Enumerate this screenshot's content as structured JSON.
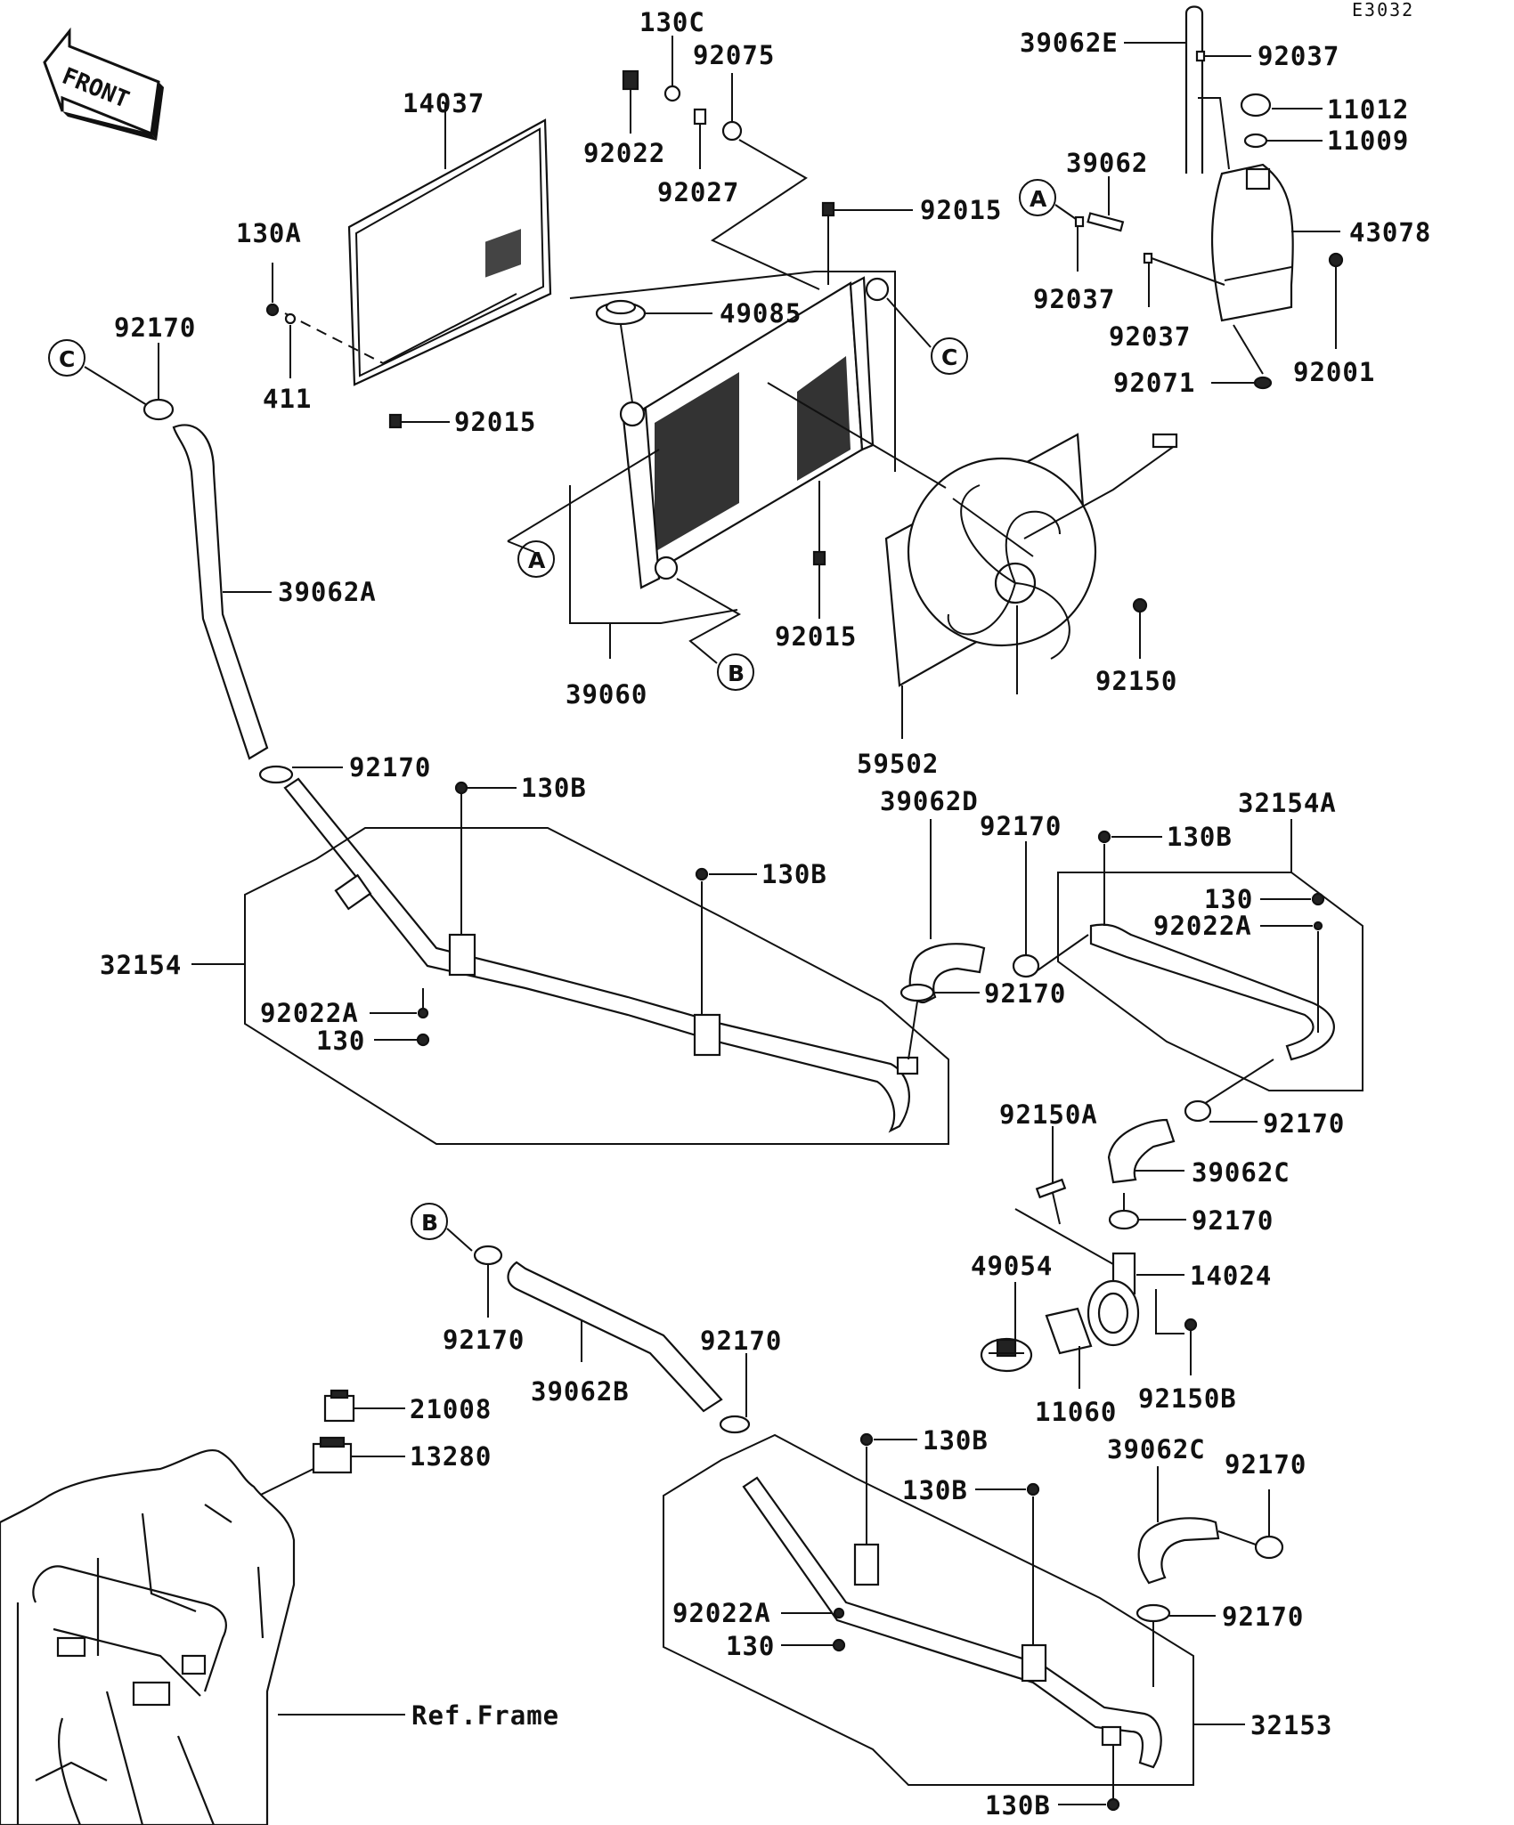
{
  "diagram_code": "E3032",
  "front_label": "FRONT",
  "callouts": {
    "a": "A",
    "b": "B",
    "c": "C"
  },
  "labels": {
    "p130c": "130C",
    "p92075": "92075",
    "p92022_top": "92022",
    "p92027": "92027",
    "p14037": "14037",
    "p130a": "130A",
    "p411": "411",
    "p92015_left": "92015",
    "p92015_top": "92015",
    "p92015_mid": "92015",
    "p49085": "49085",
    "p39060": "39060",
    "p92170_c": "92170",
    "p39062a": "39062A",
    "p92170_a2": "92170",
    "p39062e": "39062E",
    "p92037_top": "92037",
    "p11012": "11012",
    "p11009": "11009",
    "p39062": "39062",
    "p43078": "43078",
    "p92037_l": "92037",
    "p92037_r": "92037",
    "p92071": "92071",
    "p92001": "92001",
    "p92150": "92150",
    "p59502": "59502",
    "p130b_1": "130B",
    "p130b_2": "130B",
    "p32154": "32154",
    "p92022a_1": "92022A",
    "p130_1": "130",
    "p39062d": "39062D",
    "p92170_d1": "92170",
    "p92170_d2": "92170",
    "p130b_3": "130B",
    "p32154a": "32154A",
    "p130_2": "130",
    "p92022a_2": "92022A",
    "p92170_e": "92170",
    "p92150a": "92150A",
    "p39062c_1": "39062C",
    "p92170_f": "92170",
    "p49054": "49054",
    "p14024": "14024",
    "p11060": "11060",
    "p92150b": "92150B",
    "p92170_b1": "92170",
    "p39062b": "39062B",
    "p92170_b2": "92170",
    "p21008": "21008",
    "p13280": "13280",
    "p130b_4": "130B",
    "p130b_5": "130B",
    "p39062c_2": "39062C",
    "p92170_g": "92170",
    "p92170_h": "92170",
    "p92022a_3": "92022A",
    "p130_3": "130",
    "p32153": "32153",
    "p130b_6": "130B",
    "ref_frame": "Ref.Frame"
  }
}
